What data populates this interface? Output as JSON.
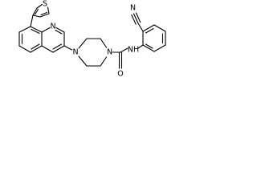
{
  "molecule": {
    "atom_labels": {
      "thiophene_S": "S",
      "quinoline_N": "N",
      "piperazine_N1": "N",
      "piperazine_N4": "N",
      "amide_N": "NH",
      "amide_O": "O",
      "nitrile_N": "N"
    },
    "colors": {
      "bond": "#000000",
      "label": "#000000",
      "background": "#ffffff"
    }
  }
}
